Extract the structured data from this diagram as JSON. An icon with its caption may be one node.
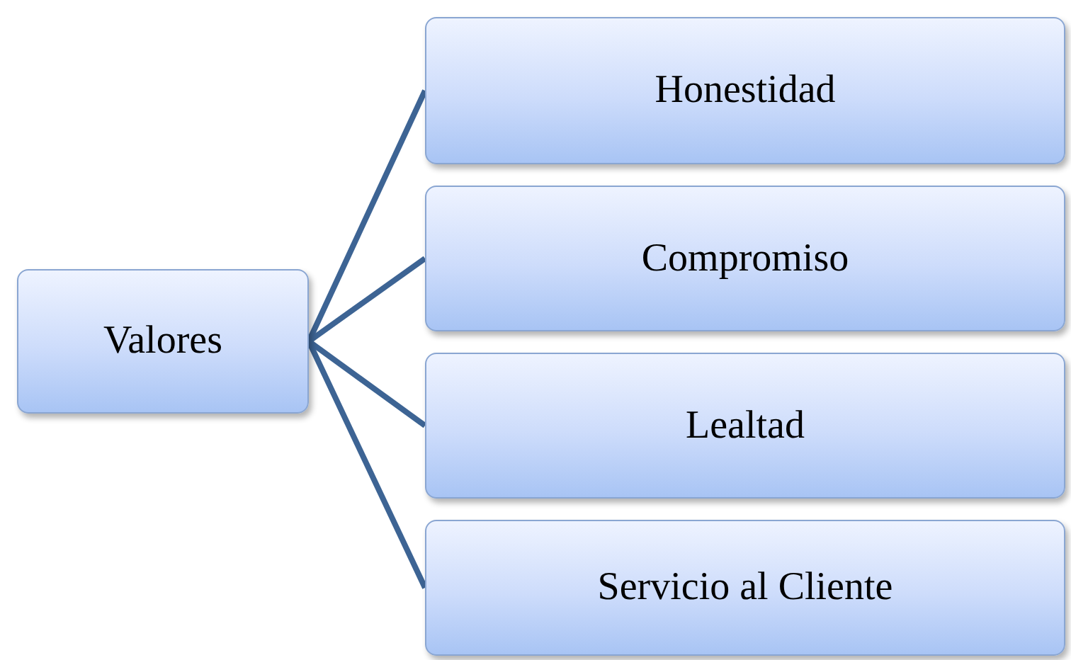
{
  "diagram": {
    "nodes": [
      {
        "text": [
          "Valores"
        ]
      },
      {
        "text": [
          "Honestidad"
        ]
      },
      {
        "text": [
          "Compromiso"
        ]
      },
      {
        "text": [
          "Lealtad"
        ]
      },
      {
        "text": [
          "Servicio al Cliente"
        ]
      }
    ],
    "edges": [
      {
        "from": 0,
        "to": 1,
        "arrow": "none"
      },
      {
        "from": 0,
        "to": 2,
        "arrow": "none"
      },
      {
        "from": 0,
        "to": 3,
        "arrow": "none"
      },
      {
        "from": 0,
        "to": 4,
        "arrow": "none"
      }
    ]
  }
}
